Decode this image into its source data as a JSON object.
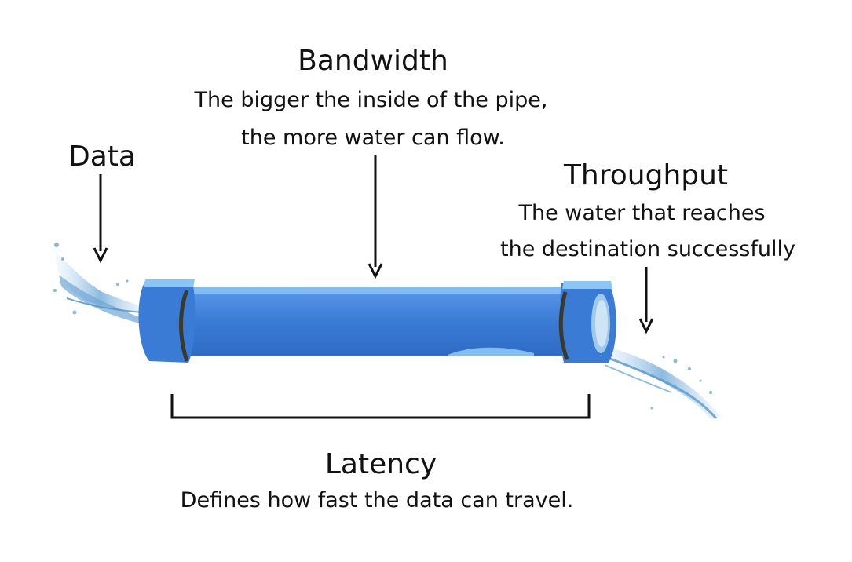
{
  "bandwidth": {
    "title": "Bandwidth",
    "line1": "The bigger the inside of the pipe,",
    "line2": "the more water can flow."
  },
  "data_label": "Data",
  "throughput": {
    "title": "Throughput",
    "line1": "The water that  reaches",
    "line2": "the destination successfully"
  },
  "latency": {
    "title": "Latency",
    "description": "Defines how fast the data can travel."
  },
  "colors": {
    "pipe": "#3a7bd5",
    "pipe_highlight": "#8cc6f5",
    "pipe_dark": "#2a5fa8",
    "water": "#9fc9e8",
    "seam": "#3b3a2a",
    "ink": "#111111"
  }
}
